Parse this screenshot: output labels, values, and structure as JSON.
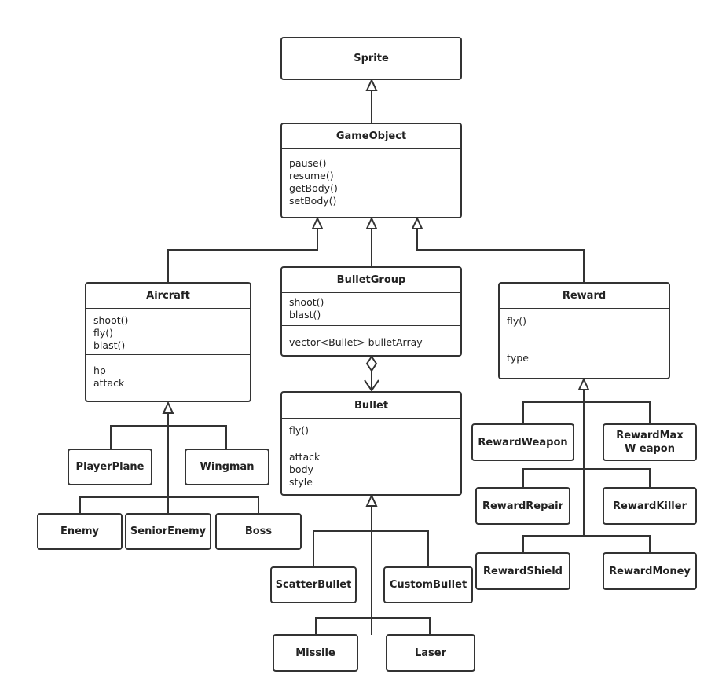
{
  "classes": {
    "sprite": {
      "name": "Sprite"
    },
    "gameobject": {
      "name": "GameObject",
      "methods": [
        "pause()",
        "resume()",
        "getBody()",
        "setBody()"
      ]
    },
    "aircraft": {
      "name": "Aircraft",
      "methods": [
        "shoot()",
        "fly()",
        "blast()"
      ],
      "attributes": [
        "hp",
        "attack"
      ]
    },
    "bulletgroup": {
      "name": "BulletGroup",
      "methods": [
        "shoot()",
        "blast()"
      ],
      "attributes": [
        "vector<Bullet> bulletArray"
      ]
    },
    "reward": {
      "name": "Reward",
      "methods": [
        "fly()"
      ],
      "attributes": [
        "type"
      ]
    },
    "bullet": {
      "name": "Bullet",
      "methods": [
        "fly()"
      ],
      "attributes": [
        "attack",
        "body",
        "style"
      ]
    },
    "playerplane": {
      "name": "PlayerPlane"
    },
    "wingman": {
      "name": "Wingman"
    },
    "enemy": {
      "name": "Enemy"
    },
    "seniorenemy": {
      "name": "SeniorEnemy"
    },
    "boss": {
      "name": "Boss"
    },
    "scatterbullet": {
      "name": "ScatterBullet"
    },
    "custombullet": {
      "name": "CustomBullet"
    },
    "missile": {
      "name": "Missile"
    },
    "laser": {
      "name": "Laser"
    },
    "rewardweapon": {
      "name": "RewardWeapon"
    },
    "rewardmaxweapon": {
      "name": "RewardMaxW eapon"
    },
    "rewardrepair": {
      "name": "RewardRepair"
    },
    "rewardkiller": {
      "name": "RewardKiller"
    },
    "rewardshield": {
      "name": "RewardShield"
    },
    "rewardmoney": {
      "name": "RewardMoney"
    }
  },
  "relations": {
    "inheritance": [
      "GameObject→Sprite",
      "Aircraft→GameObject",
      "BulletGroup→GameObject",
      "Reward→GameObject",
      "PlayerPlane→Aircraft",
      "Wingman→Aircraft",
      "Enemy→Aircraft",
      "SeniorEnemy→Aircraft",
      "Boss→Aircraft",
      "ScatterBullet→Bullet",
      "CustomBullet→Bullet",
      "Missile→Bullet",
      "Laser→Bullet",
      "RewardWeapon→Reward",
      "RewardMaxWeapon→Reward",
      "RewardRepair→Reward",
      "RewardKiller→Reward",
      "RewardShield→Reward",
      "RewardMoney→Reward"
    ],
    "aggregation": [
      "BulletGroup◇→Bullet"
    ]
  },
  "colors": {
    "line": "#333333",
    "box_border": "#333333",
    "background": "#ffffff"
  }
}
